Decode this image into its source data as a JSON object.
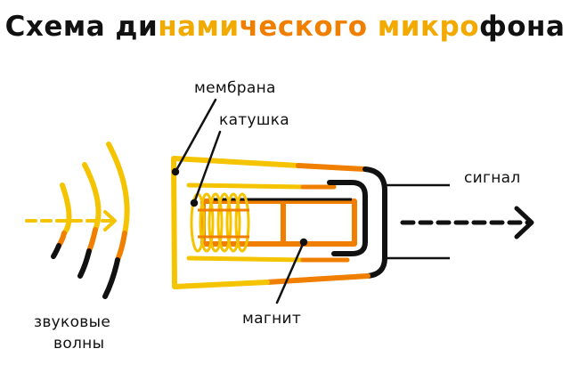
{
  "title": {
    "part1": "Схема ди",
    "part2": "нами",
    "part3": "ческого",
    "part4": " микро",
    "part5": "фона",
    "colors": [
      "#111111",
      "#F2A900",
      "#F07F00",
      "#F2B200",
      "#111111"
    ]
  },
  "labels": {
    "membrane": "мембрана",
    "coil": "катушка",
    "signal": "сигнал",
    "waves_line1": "звуковые",
    "waves_line2": "волны",
    "magnet": "магнит"
  },
  "colors": {
    "yellow": "#F5C400",
    "light_orange": "#F5A623",
    "orange": "#F07F00",
    "black": "#111111"
  }
}
